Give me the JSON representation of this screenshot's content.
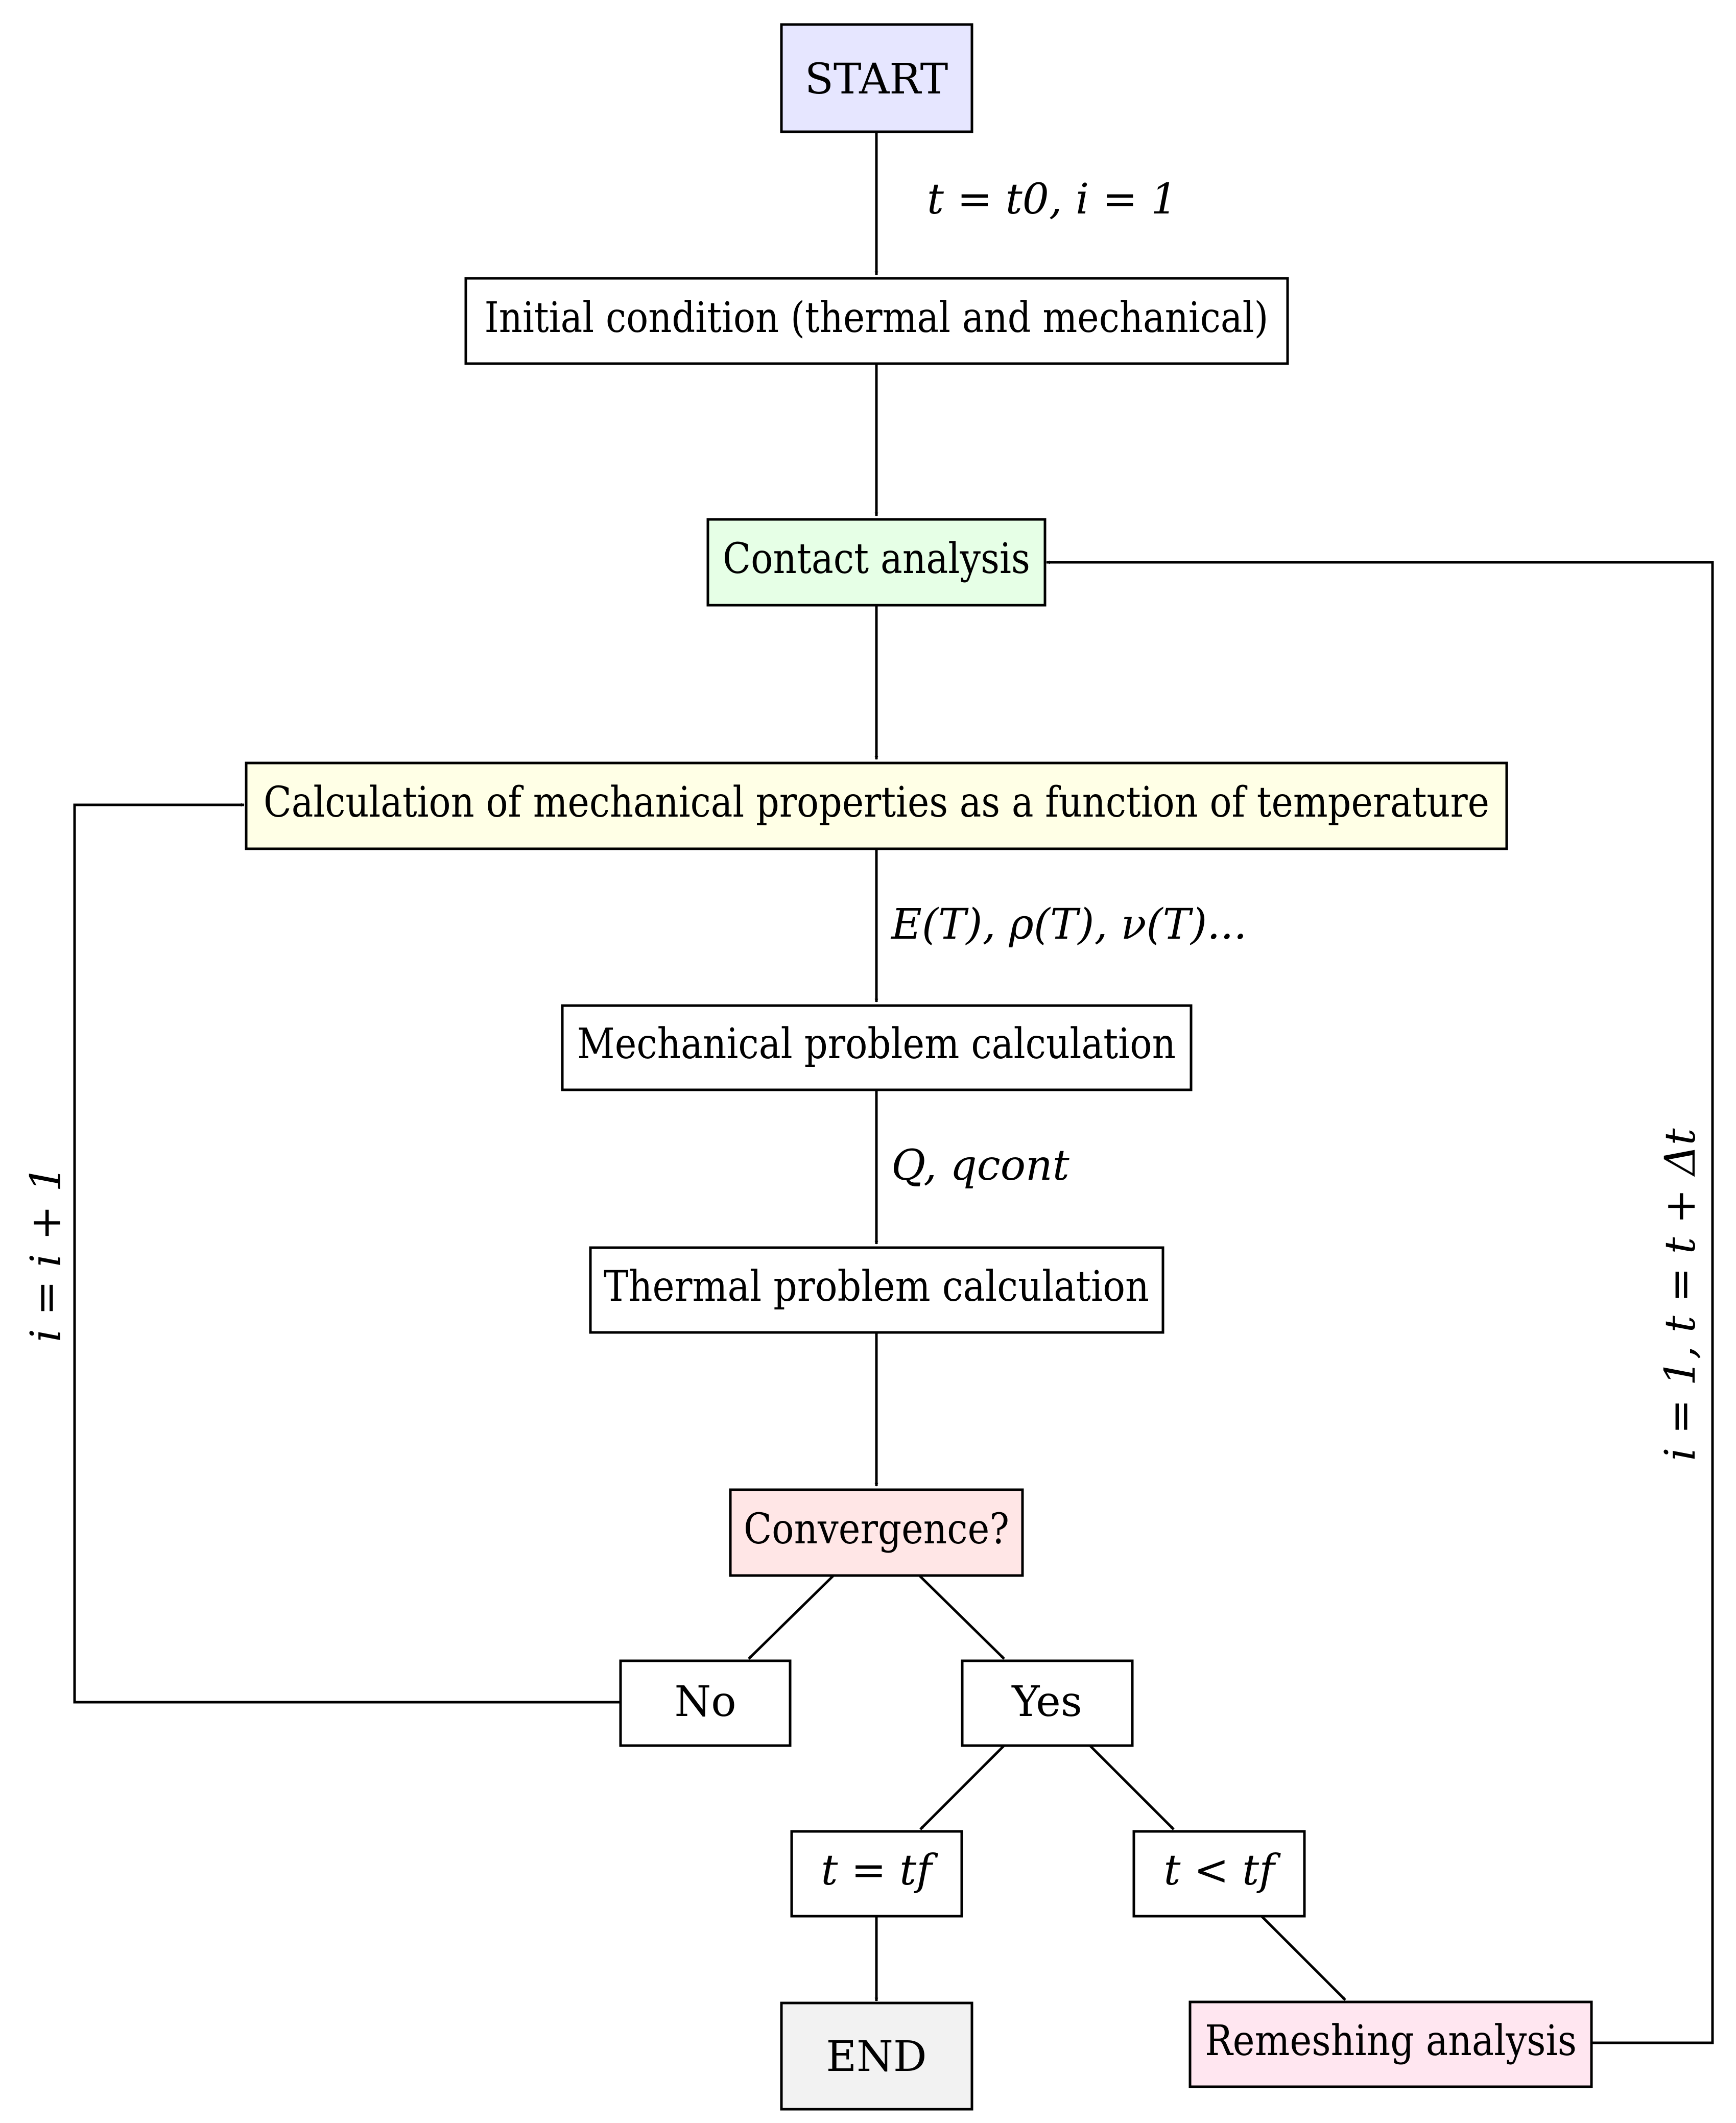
{
  "nodes": {
    "start": {
      "label": "START",
      "fill": "#e6e6ff"
    },
    "initial": {
      "label": "Initial condition (thermal and mechanical)",
      "fill": "#ffffff"
    },
    "contact": {
      "label": "Contact analysis",
      "fill": "#e6ffe6"
    },
    "mechprops": {
      "label": "Calculation of mechanical properties as a function of temperature",
      "fill": "#ffffe6"
    },
    "mechprob": {
      "label": "Mechanical problem calculation",
      "fill": "#ffffff"
    },
    "thermprob": {
      "label": "Thermal problem calculation",
      "fill": "#ffffff"
    },
    "convergence": {
      "label": "Convergence?",
      "fill": "#ffe6e6"
    },
    "no": {
      "label": "No",
      "fill": "#ffffff"
    },
    "yes": {
      "label": "Yes",
      "fill": "#ffffff"
    },
    "tf_eq": {
      "label": "t = tf",
      "fill": "#ffffff"
    },
    "tf_lt": {
      "label": "t < tf",
      "fill": "#ffffff"
    },
    "end": {
      "label": "END",
      "fill": "#f2f2f2"
    },
    "remesh": {
      "label": "Remeshing analysis",
      "fill": "#ffe6f0"
    }
  },
  "edge_labels": {
    "init": "t = t0, i = 1",
    "props": "E(T), ρ(T), ν(T)...",
    "heat": "Q, qcont",
    "loop_i": "i = i + 1",
    "loop_t": "i = 1, t = t + Δt"
  }
}
